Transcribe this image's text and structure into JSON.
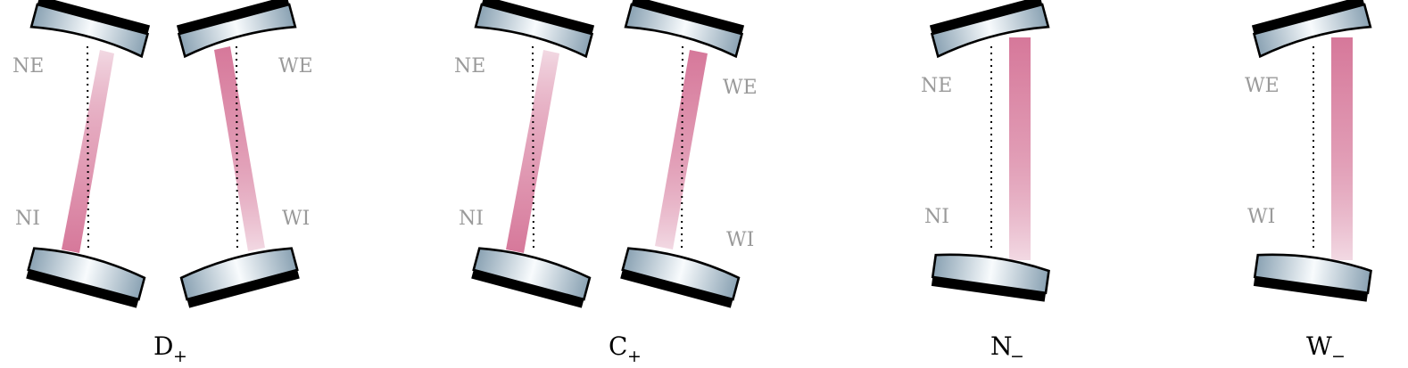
{
  "colors": {
    "beam": "#d6789a",
    "beam_faint": "#f2d9e3",
    "mirror_dark": "#8aa2b3",
    "mirror_light": "#f8fbfd",
    "label": "#9a9a9a"
  },
  "panels": [
    {
      "id": "d-plus",
      "caption": "D",
      "caption_sub": "+",
      "cavities": [
        {
          "end_label": "NE",
          "input_label": "NI"
        },
        {
          "end_label": "WE",
          "input_label": "WI"
        }
      ]
    },
    {
      "id": "c-plus",
      "caption": "C",
      "caption_sub": "+",
      "cavities": [
        {
          "end_label": "NE",
          "input_label": "NI"
        },
        {
          "end_label": "WE",
          "input_label": "WI"
        }
      ]
    },
    {
      "id": "n-minus",
      "caption": "N",
      "caption_sub": "−",
      "cavities": [
        {
          "end_label": "NE",
          "input_label": "NI"
        }
      ]
    },
    {
      "id": "w-minus",
      "caption": "W",
      "caption_sub": "−",
      "cavities": [
        {
          "end_label": "WE",
          "input_label": "WI"
        }
      ]
    }
  ]
}
